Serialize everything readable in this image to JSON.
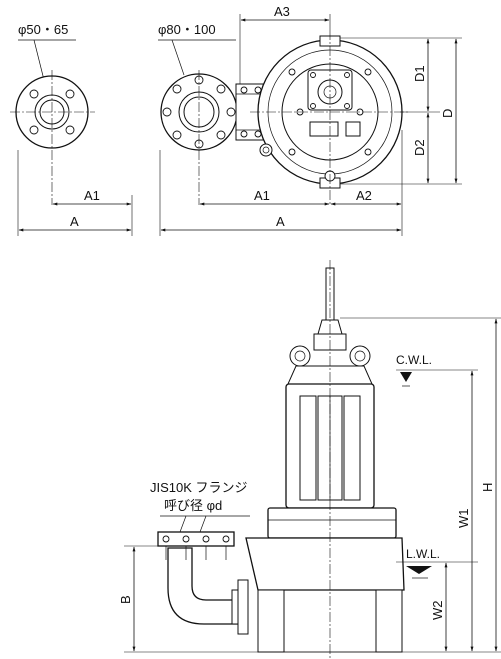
{
  "labels": {
    "flange_small": "φ50・65",
    "flange_large": "φ80・100",
    "a3": "A3",
    "d1": "D1",
    "d": "D",
    "d2": "D2",
    "a1_left": "A1",
    "a_left": "A",
    "a1_right": "A1",
    "a2": "A2",
    "a_right": "A",
    "cwl": "C.W.L.",
    "lwl": "L.W.L.",
    "jis_line1": "JIS10K フランジ",
    "jis_line2": "呼び径 φd",
    "b": "B",
    "w1": "W1",
    "w2": "W2",
    "h": "H"
  }
}
